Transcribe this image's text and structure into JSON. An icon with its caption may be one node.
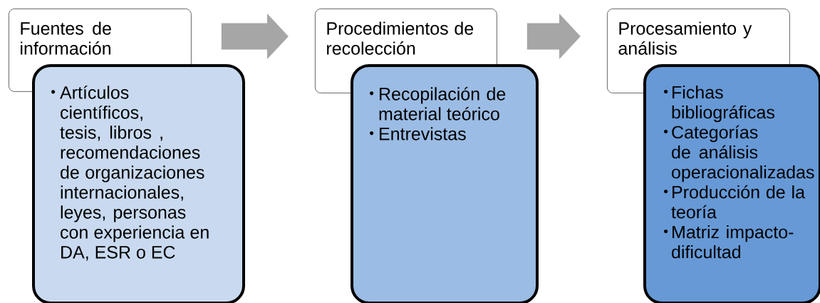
{
  "diagram": {
    "nodes": [
      {
        "text": [
          "Fuentes de información"
        ]
      },
      {
        "text": [
          "Artículos científicos, tesis, libros , recomendaciones de organizaciones internacionales, leyes, personas con experiencia en DA, ESR o EC"
        ]
      },
      {
        "text": [
          "Procedimientos de recolección"
        ]
      },
      {
        "text": [
          "Recopilación de material teórico",
          "Entrevistas"
        ]
      },
      {
        "text": [
          "Procesamiento y análisis"
        ]
      },
      {
        "text": [
          "Fichas bibliográficas",
          "Categorías de análisis operacionalizadas",
          "Producción de la teoría",
          "Matriz impacto-dificultad"
        ]
      }
    ],
    "edges": [
      {
        "from": 0,
        "to": 2,
        "arrow": "to"
      },
      {
        "from": 2,
        "to": 4,
        "arrow": "to"
      }
    ]
  }
}
